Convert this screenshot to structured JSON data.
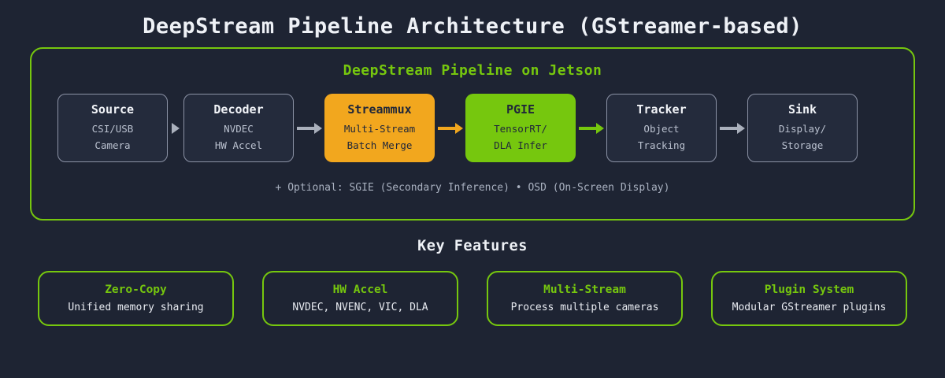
{
  "page": {
    "title": "DeepStream Pipeline Architecture (GStreamer-based)"
  },
  "pipeline_panel": {
    "heading": "DeepStream Pipeline on Jetson",
    "stages": [
      {
        "title": "Source",
        "lines": [
          "CSI/USB",
          "Camera"
        ],
        "variant": "outline"
      },
      {
        "title": "Decoder",
        "lines": [
          "NVDEC",
          "HW Accel"
        ],
        "variant": "outline"
      },
      {
        "title": "Streammux",
        "lines": [
          "Multi-Stream",
          "Batch Merge"
        ],
        "variant": "orange"
      },
      {
        "title": "PGIE",
        "lines": [
          "TensorRT/",
          "DLA Infer"
        ],
        "variant": "green"
      },
      {
        "title": "Tracker",
        "lines": [
          "Object",
          "Tracking"
        ],
        "variant": "outline"
      },
      {
        "title": "Sink",
        "lines": [
          "Display/",
          "Storage"
        ],
        "variant": "outline"
      }
    ],
    "arrows": [
      {
        "color": "#aab0bc",
        "stem": false
      },
      {
        "color": "#aab0bc",
        "stem": true
      },
      {
        "color": "#f2a71e",
        "stem": true
      },
      {
        "color": "#76c70e",
        "stem": true
      },
      {
        "color": "#aab0bc",
        "stem": true
      }
    ],
    "optional_note": "+ Optional: SGIE (Secondary Inference) • OSD (On-Screen Display)"
  },
  "features": {
    "heading": "Key Features",
    "items": [
      {
        "title": "Zero-Copy",
        "desc": "Unified memory sharing"
      },
      {
        "title": "HW Accel",
        "desc": "NVDEC, NVENC, VIC, DLA"
      },
      {
        "title": "Multi-Stream",
        "desc": "Process multiple cameras"
      },
      {
        "title": "Plugin System",
        "desc": "Modular GStreamer plugins"
      }
    ]
  },
  "colors": {
    "background": "#1e2433",
    "accent_green": "#76c70e",
    "accent_orange": "#f2a71e",
    "arrow_gray": "#aab0bc",
    "outline_border": "#8c93a6",
    "title_white": "#eef1f6"
  }
}
